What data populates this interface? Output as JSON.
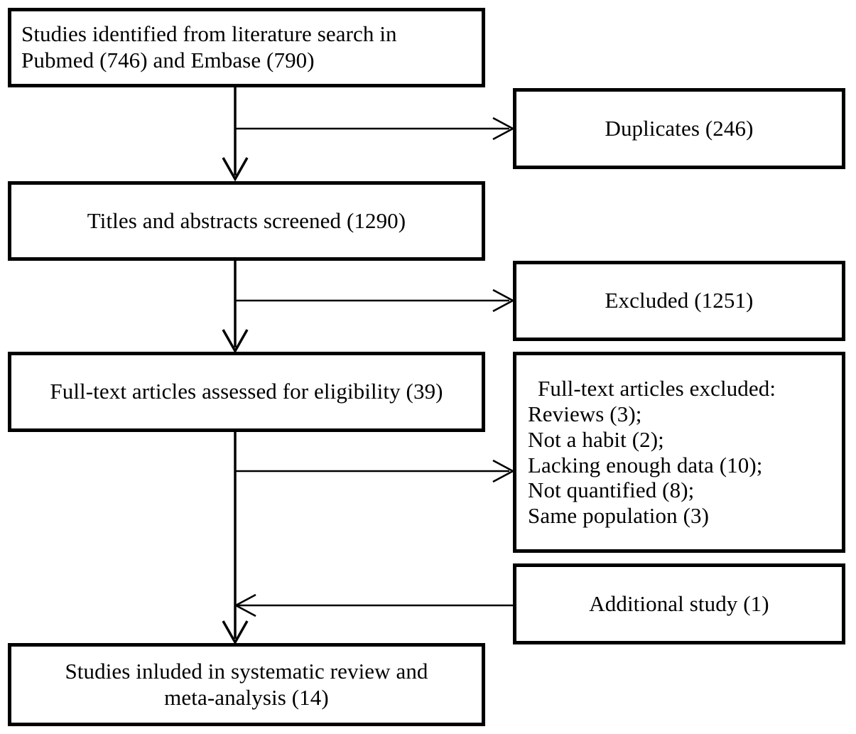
{
  "diagram": {
    "title": "PRISMA study selection flow diagram",
    "type": "flowchart",
    "colors": {
      "box_border": "#000000",
      "box_fill": "#ffffff",
      "connector": "#000000",
      "background": "#ffffff"
    }
  },
  "nodes": {
    "identified": {
      "line1": "Studies identified from literature search in",
      "line2": "Pubmed (746) and Embase (790)"
    },
    "duplicates": {
      "line1": "Duplicates (246)"
    },
    "screened": {
      "line1": "Titles and abstracts screened (1290)"
    },
    "excluded": {
      "line1": "Excluded (1251)"
    },
    "fulltext": {
      "line1": "Full-text articles assessed for eligibility (39)"
    },
    "ft_excluded": {
      "header": "Full-text articles excluded:",
      "line1": "Reviews (3);",
      "line2": "Not a habit (2);",
      "line3": "Lacking enough data (10);",
      "line4": "Not quantified (8);",
      "line5": "Same population (3)"
    },
    "additional": {
      "line1": "Additional study (1)"
    },
    "included": {
      "line1": "Studies inluded in systematic review and",
      "line2": "meta-analysis (14)"
    }
  },
  "counts": {
    "pubmed": 746,
    "embase": 790,
    "duplicates": 246,
    "screened": 1290,
    "excluded_screening": 1251,
    "fulltext_assessed": 39,
    "excluded_reviews": 3,
    "excluded_not_a_habit": 2,
    "excluded_lacking_data": 10,
    "excluded_not_quantified": 8,
    "excluded_same_population": 3,
    "additional_study": 1,
    "included": 14
  },
  "connectors": [
    {
      "name": "identified-to-screened",
      "direction": "down"
    },
    {
      "name": "identified-to-duplicates",
      "direction": "right"
    },
    {
      "name": "screened-to-fulltext",
      "direction": "down"
    },
    {
      "name": "screened-to-excluded",
      "direction": "right"
    },
    {
      "name": "fulltext-to-included",
      "direction": "down"
    },
    {
      "name": "fulltext-to-ft-excluded",
      "direction": "right"
    },
    {
      "name": "additional-to-included",
      "direction": "left"
    }
  ]
}
